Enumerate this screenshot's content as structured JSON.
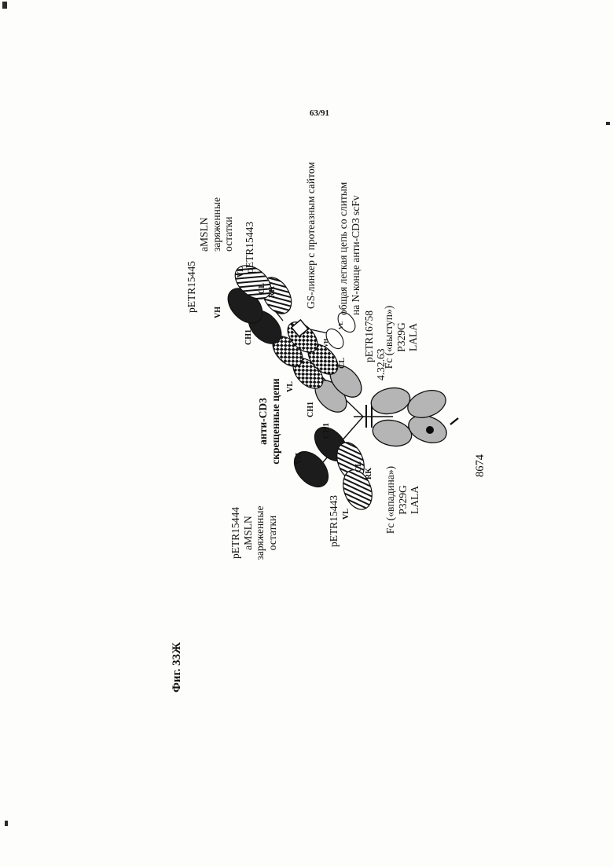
{
  "page": {
    "sheet_number": "63/91",
    "figure_caption": "Фиг. 33Ж",
    "figure_id": "8674"
  },
  "antibody": {
    "left_fab": {
      "plasmid": "pETR15444",
      "desc_lines": [
        "аMSLN",
        "заряженные",
        "остатки"
      ],
      "light_plasmid": "pETR15443"
    },
    "right_fab": {
      "plasmid": "pETR15445",
      "desc_lines": [
        "аMSLN",
        "заряженные",
        "остатки"
      ],
      "light_plasmid": "pETR15443"
    },
    "crossed_chains": [
      "анти-CD3",
      "скрещенные цепи"
    ],
    "gs_linker": "GS-линкер с протеазным сайтом",
    "common_light_chain": [
      "общая легкая цепь со слитым",
      "на N-конце анти-CD3 scFv"
    ],
    "scfv_plasmid": "pETR16758",
    "clone_id": "4.32.63",
    "fc_knob": [
      "Fc («выступ»)",
      "P329G",
      "LALA"
    ],
    "fc_hole": [
      "Fc («впадина»)",
      "P329G",
      "LALA"
    ],
    "domains": {
      "vh": "VH",
      "vl": "VL",
      "ch1": "CH1",
      "cl": "CL",
      "rk": "RK"
    }
  }
}
